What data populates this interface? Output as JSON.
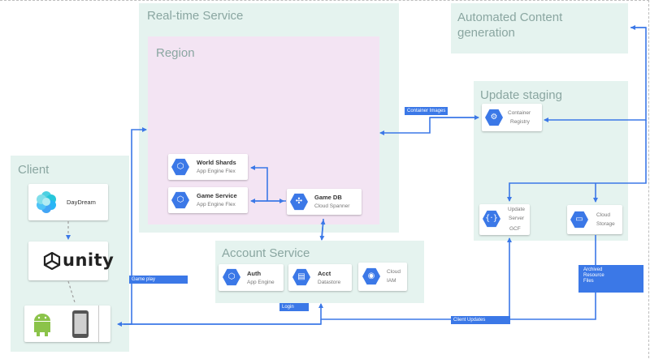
{
  "panels": {
    "realtime": "Real-time Service",
    "region": "Region",
    "automated": "Automated Content generation",
    "staging": "Update staging",
    "client": "Client",
    "account": "Account Service"
  },
  "services": {
    "world_shards": {
      "title": "World Shards",
      "sub": "App Engine Flex"
    },
    "game_service": {
      "title": "Game Service",
      "sub": "App Engine Flex"
    },
    "game_db": {
      "title": "Game DB",
      "sub": "Cloud Spanner"
    },
    "auth": {
      "title": "Auth",
      "sub": "App Engine"
    },
    "acct": {
      "title": "Acct",
      "sub": "Datastore"
    },
    "cloud_iam": {
      "line1": "Cloud",
      "line2": "IAM"
    },
    "container_registry": {
      "line1": "Container",
      "line2": "Registry"
    },
    "update_server": {
      "line1": "Update",
      "line2": "Server",
      "line3": "GCF"
    },
    "cloud_storage": {
      "line1": "Cloud",
      "line2": "Storage"
    }
  },
  "client": {
    "daydream": "DayDream",
    "unity": "unity"
  },
  "labels": {
    "container_images": "Container Images",
    "game_play": "Game play",
    "login": "Login",
    "client_updates": "Client Updates",
    "archived_line1": "Archived",
    "archived_line2": "Resource",
    "archived_line3": "Files"
  },
  "colors": {
    "panel": "#e5f3ef",
    "region": "#f3e4f3",
    "accent": "#3b78e7"
  },
  "icons": {
    "world_shards": "app-engine-icon",
    "game_service": "app-engine-icon",
    "game_db": "cloud-spanner-icon",
    "auth": "app-engine-icon",
    "acct": "datastore-icon",
    "cloud_iam": "cloud-iam-icon",
    "container_registry": "container-registry-icon",
    "update_server": "cloud-functions-icon",
    "cloud_storage": "cloud-storage-icon",
    "daydream": "daydream-icon",
    "unity": "unity-logo",
    "android": "android-icon",
    "phone": "phone-icon"
  }
}
